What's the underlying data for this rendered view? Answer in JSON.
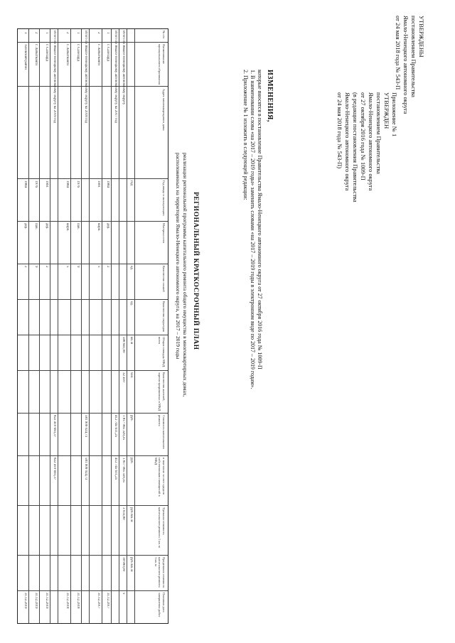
{
  "approval": {
    "line1": "УТВЕРЖДЕНЫ",
    "line2": "постановлением Правительства",
    "line3": "Ямало-Ненецкого автономного округа",
    "line4": "от 24 мая 2018 года № 543-П"
  },
  "appendix": {
    "line1": "Приложение № 1",
    "line2": "УТВЕРЖДЕН",
    "line3": "постановлением Правительства",
    "line4": "Ямало-Ненецкого автономного округа",
    "line5": "от 27 октября 2016 года № 1009-П",
    "line6": "(в редакции постановления Правительства",
    "line7": "Ямало-Ненецкого автономного округа",
    "line8": "от 24 мая 2018 года № 543-П)"
  },
  "changes": {
    "title": "ИЗМЕНЕНИЯ,",
    "subtitle": "которые вносятся в постановление Правительства Ямало-Ненецкого автономного округа от 27 октября 2016 года № 1009-П",
    "item1": "1. В наименовании слова «на 2017 – 2019 годы» заменить словами «на 2017 – 2019 годы в электронном виде по 2017 – 2019 годам».",
    "item2": "2. Приложение № 1 изложить в следующей редакции:"
  },
  "plan": {
    "title": "РЕГИОНАЛЬНЫЙ КРАТКОСРОЧНЫЙ ПЛАН",
    "subtitle1": "реализации региональной программы капитального ремонта общего имущества в многоквартирных домах,",
    "subtitle2": "расположенных на территории Ямало-Ненецкого автономного округа, на 2017 – 2019 годы"
  },
  "table": {
    "headers": {
      "no": "№ п/п",
      "municipality": "Наименование муниципального образования",
      "address": "Адрес многоквартирного дома",
      "year_built": "Год ввода в эксплуатацию",
      "material": "Материал стен",
      "floors": "Количество этажей",
      "entrances": "Количество подъездов",
      "area": "Общая площадь МКД, всего",
      "residents": "Количество жителей, зарегистрированных в МКД",
      "cost": "Стоимость капитального ремонта",
      "funds": "в том числе за счет средств собственников помещений в МКД",
      "unit_cost": "Удельная стоимость капитального ремонта 1 кв. м",
      "limit_cost": "Предельная стоимость капитального ремонта 1 кв. м",
      "deadline": "Плановая дата завершения работ"
    },
    "units": {
      "year": "год",
      "floor": "ед.",
      "area": "кв. м",
      "people": "чел.",
      "rub": "руб.",
      "rub_per_m": "руб./кв. м"
    },
    "section_total": "Итого по Ямало-Ненецкому автономному округу",
    "section_2017": "Итого по Ямало-Ненецкому автономному округу на 2017 год",
    "section_2018": "Итого по Ямало-Ненецкому автономному округу на 2018 год",
    "section_2019": "Итого по Ямало-Ненецкому автономному округу на 2019 год",
    "row_1": "1",
    "row_2": "2",
    "row_3": "3",
    "municipality_1": "г. Салехард",
    "municipality_2": "г. Лабытнанги",
    "municipality_3": "Тазовский район",
    "v_total_cost": "1 817 065 329,35",
    "v_owner_funds": "1 817 065 329,35",
    "v_2017_cost": "412 745 611,25",
    "v_2018_cost": "581 909 024,73",
    "v_2019_cost": "822 410 693,37",
    "v_area_total": "598 941,90",
    "v_residents": "32 410",
    "v_unit": "3 033,80",
    "v_limit": "18 990,00",
    "v_year_a": "1984",
    "v_year_b": "1991",
    "v_year_c": "1976",
    "v_mat_a": "дер.",
    "v_mat_b": "кирп.",
    "v_mat_c": "пан.",
    "v_fl_a": "2",
    "v_fl_b": "5",
    "v_fl_c": "9",
    "v_date_a": "31.12.2017",
    "v_date_b": "31.12.2018",
    "v_date_c": "31.12.2019",
    "note": "х"
  }
}
